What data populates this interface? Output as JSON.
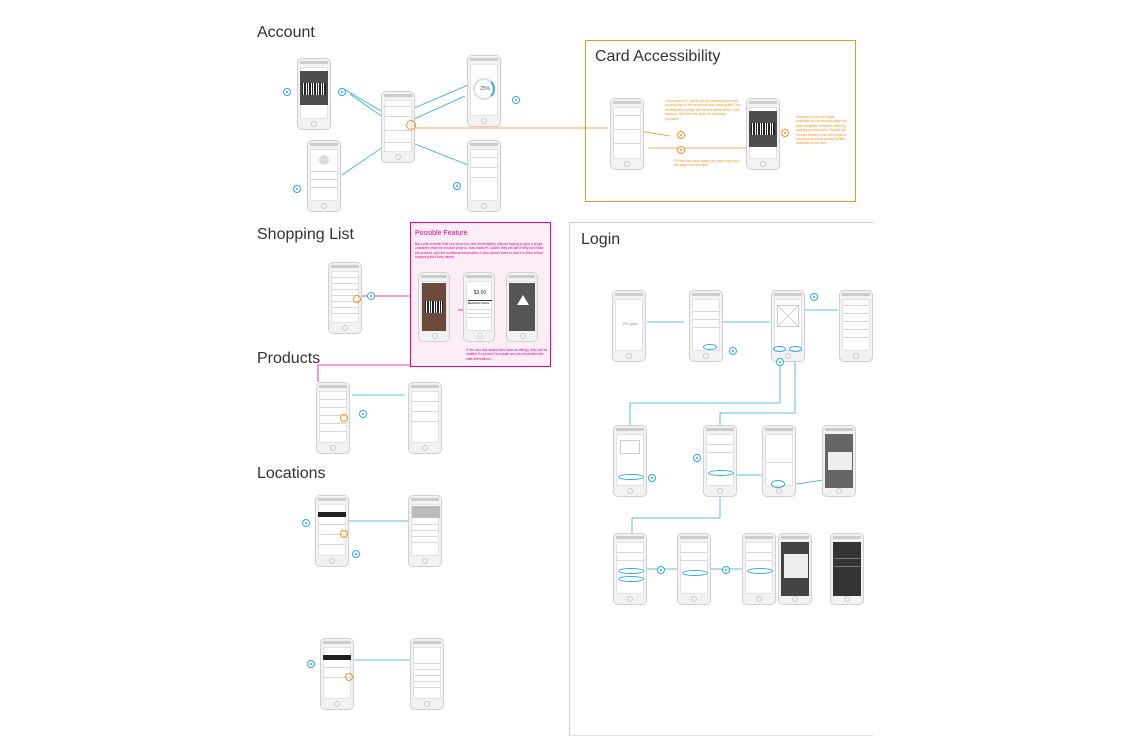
{
  "sections": {
    "account": "Account",
    "card_accessibility": "Card Accessibility",
    "shopping_list": "Shopping List",
    "products": "Products",
    "locations": "Locations",
    "login": "Login",
    "possible_feature": "Possible Feature"
  },
  "possible_feature": {
    "description": "Bar code scanner that can show the user immediately, without having to type a single character what the product price is, how many PC points they will get if they purchase the product, and the nutritional information. It also allows them to add it to their virtual shopping list if they desire.",
    "allergy_note": "If the user has stated they have an allergy, they will be notified if a product is unsafe and be presented with safe alternatives.",
    "price": "$3.00",
    "nutrition_label": "Nutrition Facts"
  },
  "card_accessibility": {
    "note_left": "Your current PC cards can be viewed at any time by pressing on the arrow tab and swiping left. This immediately reveals the current cards active, their balance, and their bar code for scanning purposes.",
    "note_right": "Similarly to the card page available on the account page the user navigates between cards by swiping up and down. But the left reveals between the card page in the account is the editing abilities available to the user.",
    "note_bottom": "To hide the cards again just swipe right and the page can rest itself."
  },
  "account": {
    "progress_value": "25%"
  },
  "login": {
    "pc_plus_label": "PC plus"
  },
  "colors": {
    "flow": "#29abe2",
    "accent": "#f7931e",
    "feature": "#ec008c"
  }
}
